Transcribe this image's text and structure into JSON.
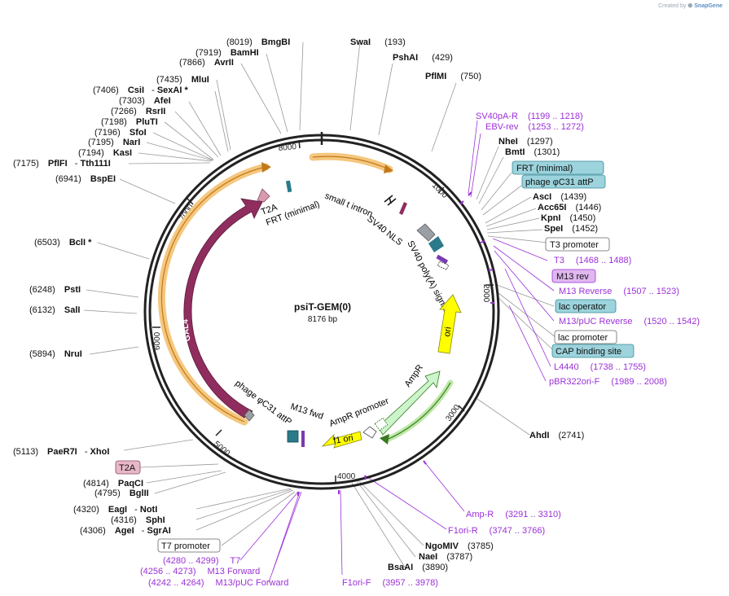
{
  "credit": {
    "prefix": "Created by",
    "brand": "SnapGene"
  },
  "plasmid": {
    "name": "psiT-GEM(0)",
    "size": "8176 bp",
    "length": 8176
  },
  "ticks": [
    "1000",
    "2000",
    "3000",
    "4000",
    "5000",
    "6000",
    "7000",
    "8000"
  ],
  "features": [
    {
      "name": "GAL4",
      "label": "GAL4"
    },
    {
      "name": "ori",
      "label": "ori"
    },
    {
      "name": "AmpR",
      "label": "AmpR"
    },
    {
      "name": "f1 ori",
      "label": "f1 ori"
    },
    {
      "name": "AmpR promoter",
      "label": "AmpR promoter"
    },
    {
      "name": "small t intron",
      "label": "small t intron"
    },
    {
      "name": "SV40 NLS",
      "label": "SV40 NLS"
    },
    {
      "name": "SV40 poly(A) signal",
      "label": "SV40 poly(A) signal"
    },
    {
      "name": "T2A",
      "label": "T2A"
    },
    {
      "name": "FRT (minimal)",
      "label": "FRT (minimal)"
    },
    {
      "name": "phage phiC31 attP",
      "label": "phage φC31 attP"
    },
    {
      "name": "M13 fwd",
      "label": "M13 fwd"
    }
  ],
  "sites": [
    {
      "name": "BmgBI",
      "pos": "(8019)"
    },
    {
      "name": "BamHI",
      "pos": "(7919)"
    },
    {
      "name": "AvrII",
      "pos": "(7866)"
    },
    {
      "name": "MluI",
      "pos": "(7435)"
    },
    {
      "name": "CsiI",
      "pos": "(7406)",
      "sep": "-",
      "extra": "SexAI *"
    },
    {
      "name": "AfeI",
      "pos": "(7303)"
    },
    {
      "name": "RsrII",
      "pos": "(7266)"
    },
    {
      "name": "PluTI",
      "pos": "(7198)"
    },
    {
      "name": "SfoI",
      "pos": "(7196)"
    },
    {
      "name": "NarI",
      "pos": "(7195)"
    },
    {
      "name": "KasI",
      "pos": "(7194)"
    },
    {
      "name": "PflFI",
      "pos": "(7175)",
      "sep": "-",
      "extra": "Tth111I"
    },
    {
      "name": "BspEI",
      "pos": "(6941)"
    },
    {
      "name": "BclI *",
      "pos": "(6503)"
    },
    {
      "name": "PstI",
      "pos": "(6248)"
    },
    {
      "name": "SalI",
      "pos": "(6132)"
    },
    {
      "name": "NruI",
      "pos": "(5894)"
    },
    {
      "name": "PaeR7I",
      "pos": "(5113)",
      "sep": "-",
      "extra": "XhoI"
    },
    {
      "name": "PaqCI",
      "pos": "(4814)"
    },
    {
      "name": "BglII",
      "pos": "(4795)"
    },
    {
      "name": "EagI",
      "pos": "(4320)",
      "sep": "-",
      "extra": "NotI"
    },
    {
      "name": "SphI",
      "pos": "(4316)"
    },
    {
      "name": "AgeI",
      "pos": "(4306)",
      "sep": "-",
      "extra": "SgrAI"
    },
    {
      "name": "SwaI",
      "pos": "(193)"
    },
    {
      "name": "PshAI",
      "pos": "(429)"
    },
    {
      "name": "PflMI",
      "pos": "(750)"
    },
    {
      "name": "NheI",
      "pos": "(1297)"
    },
    {
      "name": "BmtI",
      "pos": "(1301)"
    },
    {
      "name": "AscI",
      "pos": "(1439)"
    },
    {
      "name": "Acc65I",
      "pos": "(1446)"
    },
    {
      "name": "KpnI",
      "pos": "(1450)"
    },
    {
      "name": "SpeI",
      "pos": "(1452)"
    },
    {
      "name": "AhdI",
      "pos": "(2741)"
    },
    {
      "name": "NgoMIV",
      "pos": "(3785)"
    },
    {
      "name": "NaeI",
      "pos": "(3787)"
    },
    {
      "name": "BsaAI",
      "pos": "(3890)"
    }
  ],
  "primers": [
    {
      "name": "SV40pA-R",
      "range": "(1199 .. 1218)"
    },
    {
      "name": "EBV-rev",
      "range": "(1253 .. 1272)"
    },
    {
      "name": "T3",
      "range": "(1468 .. 1488)"
    },
    {
      "name": "M13 Reverse",
      "range": "(1507 .. 1523)"
    },
    {
      "name": "M13/pUC Reverse",
      "range": "(1520 .. 1542)"
    },
    {
      "name": "L4440",
      "range": "(1738 .. 1755)"
    },
    {
      "name": "pBR322ori-F",
      "range": "(1989 .. 2008)"
    },
    {
      "name": "Amp-R",
      "range": "(3291 .. 3310)"
    },
    {
      "name": "F1ori-R",
      "range": "(3747 .. 3766)"
    },
    {
      "name": "F1ori-F",
      "range": "(3957 .. 3978)"
    },
    {
      "name": "T7",
      "range": "(4280 .. 4299)"
    },
    {
      "name": "M13 Forward",
      "range": "(4256 .. 4273)"
    },
    {
      "name": "M13/pUC Forward",
      "range": "(4242 .. 4264)"
    }
  ],
  "boxes": [
    {
      "label": "FRT (minimal)"
    },
    {
      "label": "phage φC31 attP"
    },
    {
      "label": "T3 promoter"
    },
    {
      "label": "M13 rev"
    },
    {
      "label": "lac operator"
    },
    {
      "label": "lac promoter"
    },
    {
      "label": "CAP binding site"
    },
    {
      "label": "T2A"
    },
    {
      "label": "T7 promoter"
    }
  ],
  "colors": {
    "site": "#000000",
    "primer": "#9b30d9",
    "gal4": "#8f2d5e",
    "ori": "#ffff00",
    "ampr": "#ccf5cc",
    "highlight": "#f5c77e",
    "box_blue": "#9cd3dc",
    "box_pink": "#e8b8c8",
    "box_violet": "#e0b8f0"
  }
}
